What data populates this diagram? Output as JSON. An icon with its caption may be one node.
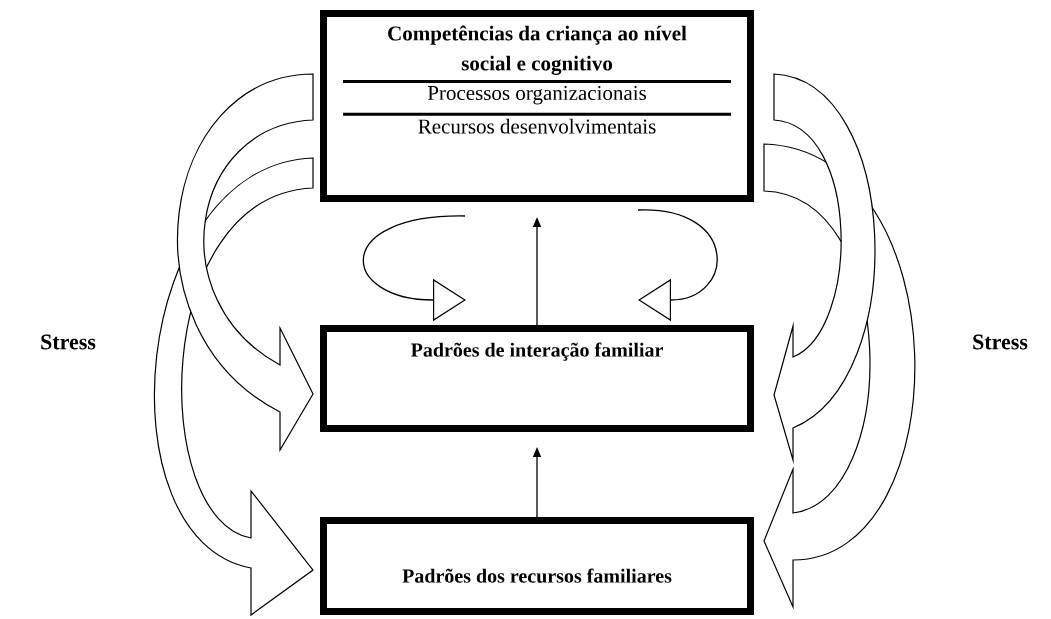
{
  "diagram": {
    "nodes": [
      {
        "text": [
          "Competências da criança ao nível social e cognitivo",
          "Processos organizacionais",
          "Recursos desenvolvimentais"
        ]
      },
      {
        "text": [
          "Padrões de interação familiar"
        ]
      },
      {
        "text": [
          "Padrões dos recursos familiares"
        ]
      }
    ],
    "edges": [
      {
        "from": 1,
        "to": 0,
        "arrow": "to"
      },
      {
        "from": 2,
        "to": 1,
        "arrow": "to"
      },
      {
        "from": 0,
        "to": 1,
        "arrow": "to"
      },
      {
        "from": 0,
        "to": 1,
        "arrow": "to"
      },
      {
        "from": 0,
        "to": 2,
        "arrow": "to"
      },
      {
        "from": 0,
        "to": 1,
        "arrow": "to"
      },
      {
        "from": 0,
        "to": 2,
        "arrow": "to"
      },
      {
        "from": 0,
        "to": 1,
        "arrow": "to"
      }
    ],
    "labels": [
      "Stress",
      "Stress"
    ]
  }
}
